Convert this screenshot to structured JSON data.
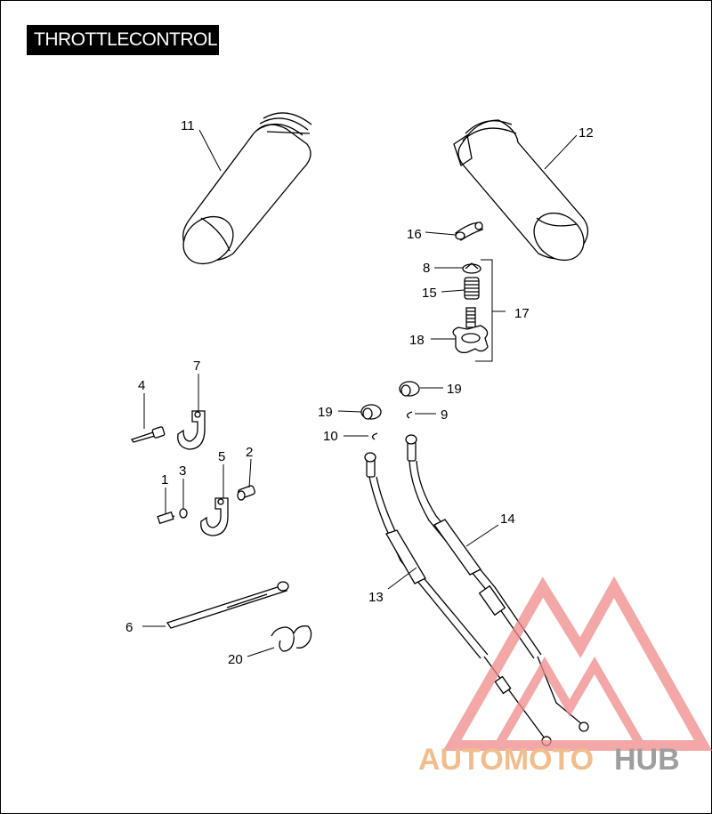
{
  "title": "THROTTLECONTROL",
  "callouts": [
    "11",
    "12",
    "16",
    "8",
    "15",
    "17",
    "18",
    "19",
    "19",
    "9",
    "10",
    "7",
    "4",
    "5",
    "2",
    "1",
    "3",
    "14",
    "13",
    "6",
    "20"
  ],
  "watermark": {
    "part1": "AUTOMOTO",
    "part2": "HUB",
    "color_primary": "#f5c49a",
    "color_secondary": "#b5b5b5",
    "triangle_color": "#ef8a8a"
  }
}
